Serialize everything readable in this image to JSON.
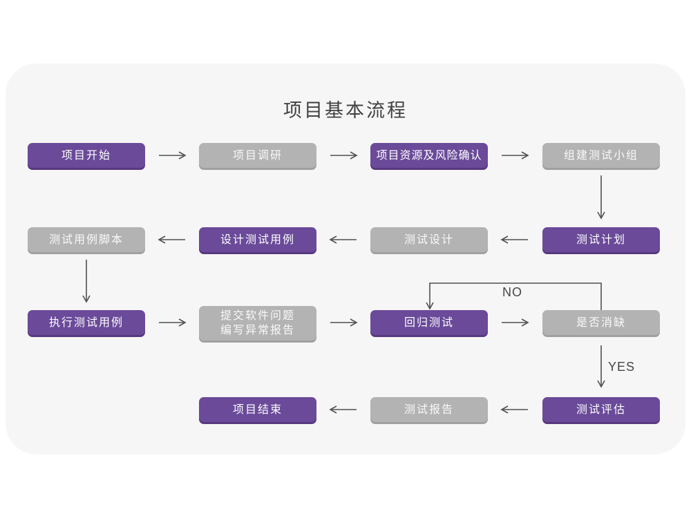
{
  "title": "项目基本流程",
  "colors": {
    "purple": "#6a4a99",
    "purple_shadow": "#57397f",
    "gray": "#b3b3b3",
    "gray_shadow": "#a0a0a0",
    "card_bg": "#f6f6f6",
    "arrow": "#4f4f4f"
  },
  "branches": {
    "no": "NO",
    "yes": "YES"
  },
  "nodes": [
    {
      "id": "project-start",
      "label": "项目开始",
      "variant": "purple"
    },
    {
      "id": "project-research",
      "label": "项目调研",
      "variant": "gray"
    },
    {
      "id": "resources-risk",
      "label": "项目资源及风险确认",
      "variant": "purple"
    },
    {
      "id": "build-test-team",
      "label": "组建测试小组",
      "variant": "gray"
    },
    {
      "id": "test-case-script",
      "label": "测试用例脚本",
      "variant": "gray"
    },
    {
      "id": "design-test-case",
      "label": "设计测试用例",
      "variant": "purple"
    },
    {
      "id": "test-design",
      "label": "测试设计",
      "variant": "gray"
    },
    {
      "id": "test-plan",
      "label": "测试计划",
      "variant": "purple"
    },
    {
      "id": "execute-test-case",
      "label": "执行测试用例",
      "variant": "purple"
    },
    {
      "id": "submit-issue-report",
      "label_line1": "提交软件问题",
      "label_line2": "编写异常报告",
      "variant": "gray"
    },
    {
      "id": "regression-test",
      "label": "回归测试",
      "variant": "purple"
    },
    {
      "id": "defect-cleared",
      "label": "是否消缺",
      "variant": "gray"
    },
    {
      "id": "project-end",
      "label": "项目结束",
      "variant": "purple"
    },
    {
      "id": "test-report",
      "label": "测试报告",
      "variant": "gray"
    },
    {
      "id": "test-evaluation",
      "label": "测试评估",
      "variant": "purple"
    }
  ]
}
